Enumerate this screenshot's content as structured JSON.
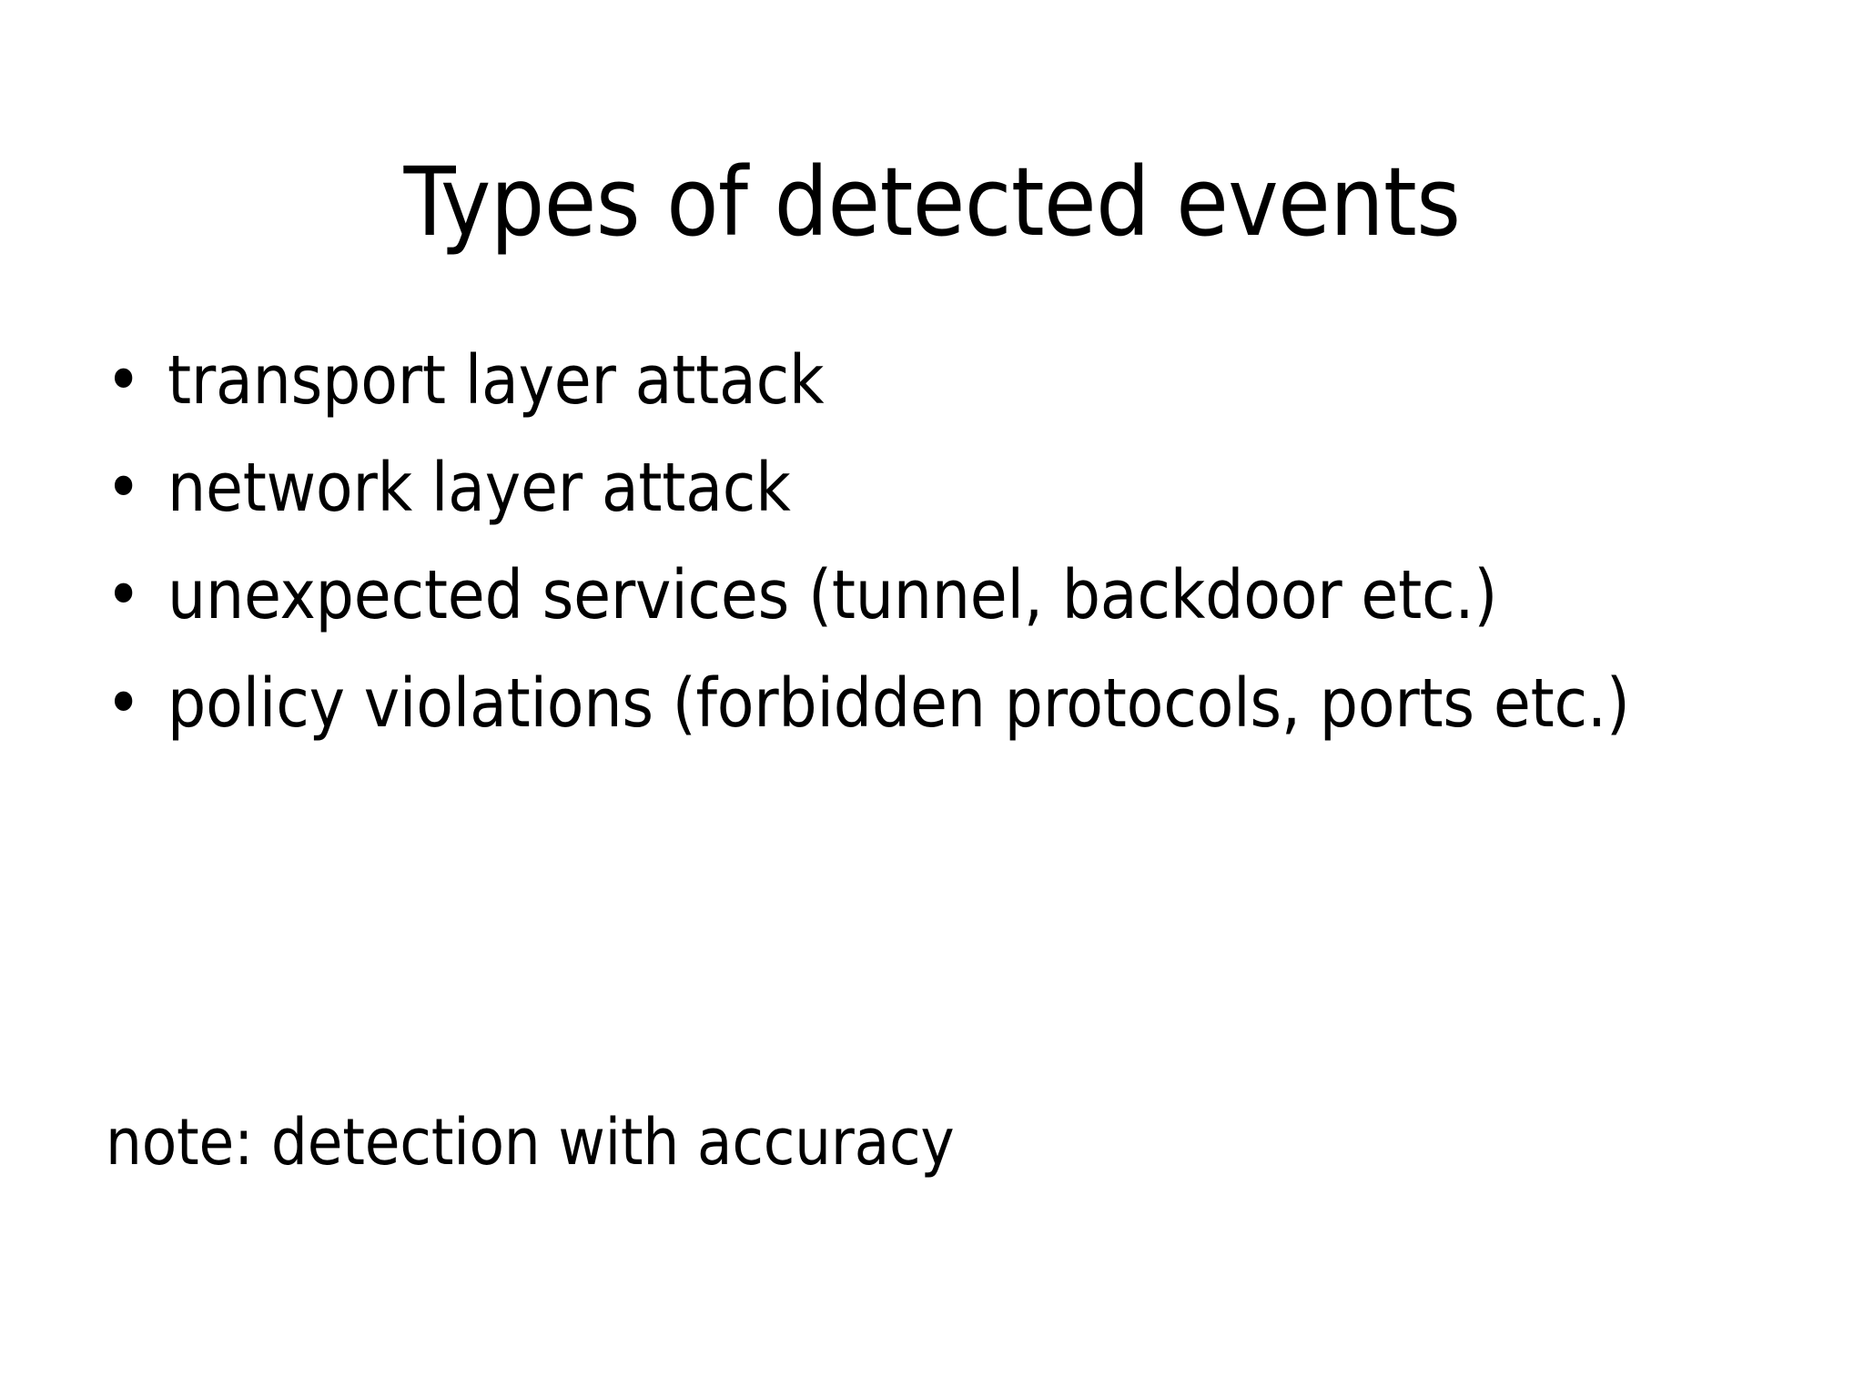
{
  "slide": {
    "title": "Types of detected events",
    "background_color": "#ffffff",
    "text_color": "#000000",
    "bullet_glyph": "•",
    "bullets": [
      {
        "text": "transport layer attack"
      },
      {
        "text": "network layer attack"
      },
      {
        "text": "unexpected services (tunnel, backdoor etc.)"
      },
      {
        "text": "policy violations (forbidden protocols, ports etc.)"
      }
    ],
    "note": "note: detection with accuracy"
  }
}
